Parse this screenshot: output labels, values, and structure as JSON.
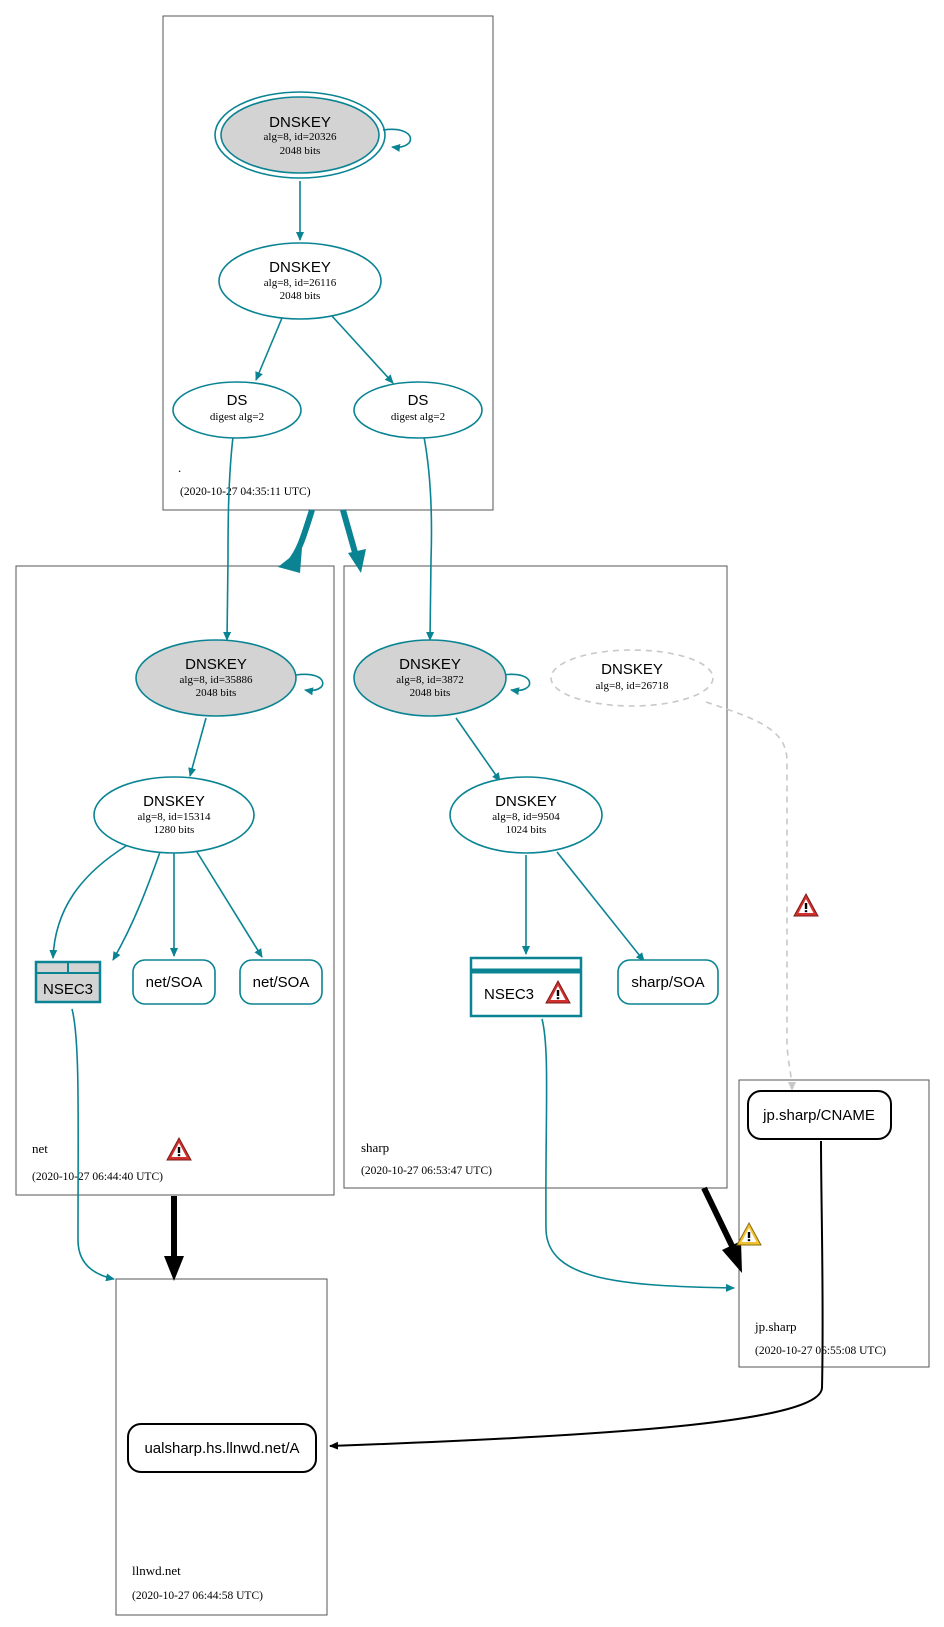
{
  "colors": {
    "secure": "#0a8493",
    "insecure": "#000000",
    "inactive": "#c8c8c8",
    "key_fill": "#d3d3d3",
    "error": "#d0312d",
    "warning": "#f2c12e"
  },
  "zones": {
    "root": {
      "name": ".",
      "timestamp": "(2020-10-27 04:35:11 UTC)"
    },
    "net": {
      "name": "net",
      "timestamp": "(2020-10-27 06:44:40 UTC)"
    },
    "sharp": {
      "name": "sharp",
      "timestamp": "(2020-10-27 06:53:47 UTC)"
    },
    "jpsharp": {
      "name": "jp.sharp",
      "timestamp": "(2020-10-27 06:55:08 UTC)"
    },
    "llnwd": {
      "name": "llnwd.net",
      "timestamp": "(2020-10-27 06:44:58 UTC)"
    }
  },
  "nodes": {
    "root_ksk": {
      "type": "DNSKEY",
      "line1": "alg=8, id=20326",
      "line2": "2048 bits"
    },
    "root_zsk": {
      "type": "DNSKEY",
      "line1": "alg=8, id=26116",
      "line2": "2048 bits"
    },
    "ds_net": {
      "type": "DS",
      "line1": "digest alg=2"
    },
    "ds_sharp": {
      "type": "DS",
      "line1": "digest alg=2"
    },
    "net_ksk": {
      "type": "DNSKEY",
      "line1": "alg=8, id=35886",
      "line2": "2048 bits"
    },
    "net_zsk": {
      "type": "DNSKEY",
      "line1": "alg=8, id=15314",
      "line2": "1280 bits"
    },
    "net_nsec3": {
      "label": "NSEC3"
    },
    "net_soa1": {
      "label": "net/SOA"
    },
    "net_soa2": {
      "label": "net/SOA"
    },
    "sharp_ksk": {
      "type": "DNSKEY",
      "line1": "alg=8, id=3872",
      "line2": "2048 bits"
    },
    "sharp_zsk": {
      "type": "DNSKEY",
      "line1": "alg=8, id=9504",
      "line2": "1024 bits"
    },
    "sharp_ghost": {
      "type": "DNSKEY",
      "line1": "alg=8, id=26718"
    },
    "sharp_nsec3": {
      "label": "NSEC3"
    },
    "sharp_soa": {
      "label": "sharp/SOA"
    },
    "cname": {
      "label": "jp.sharp/CNAME"
    },
    "a_record": {
      "label": "ualsharp.hs.llnwd.net/A"
    }
  }
}
